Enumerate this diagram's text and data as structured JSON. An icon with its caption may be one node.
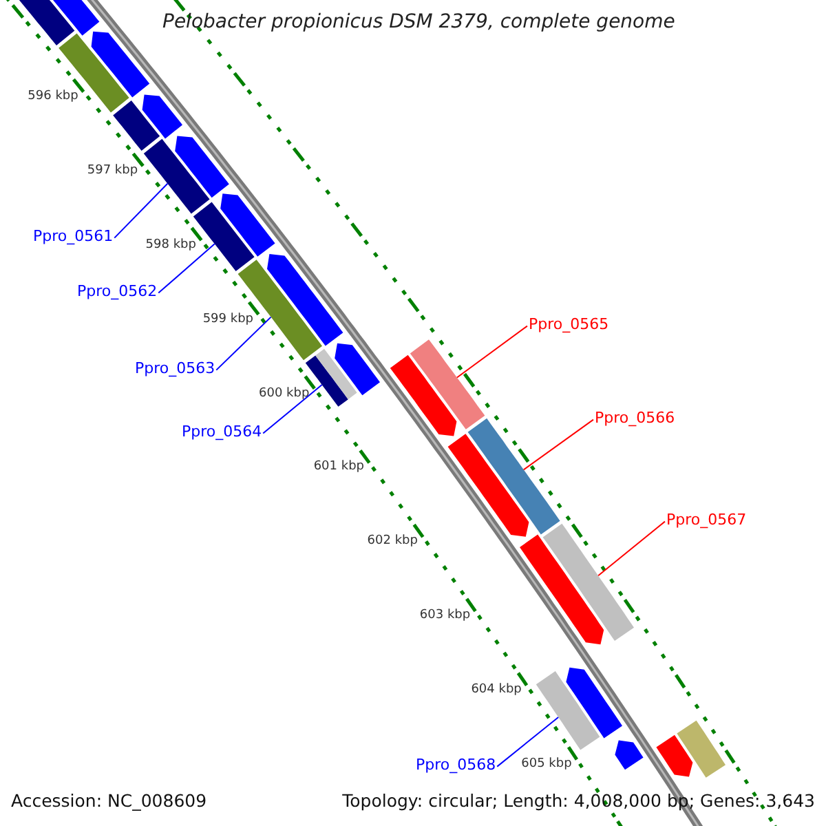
{
  "diagram": {
    "title": "Pelobacter propionicus DSM 2379, complete genome",
    "nodes": [
      {
        "text": [
          "Ppro_0561"
        ]
      },
      {
        "text": [
          "Ppro_0562"
        ]
      },
      {
        "text": [
          "Ppro_0563"
        ]
      },
      {
        "text": [
          "Ppro_0564"
        ]
      },
      {
        "text": [
          "Ppro_0565"
        ]
      },
      {
        "text": [
          "Ppro_0566"
        ]
      },
      {
        "text": [
          "Ppro_0567"
        ]
      },
      {
        "text": [
          "Ppro_0568"
        ]
      },
      {
        "text": [],
        "shape": "bar"
      },
      {
        "text": [],
        "shape": "bar"
      },
      {
        "text": [],
        "shape": "bar"
      },
      {
        "text": [],
        "shape": "bar"
      },
      {
        "text": [],
        "shape": "bar"
      },
      {
        "text": [],
        "shape": "bar"
      },
      {
        "text": [],
        "shape": "bar"
      },
      {
        "text": [],
        "shape": "bar"
      },
      {
        "text": [],
        "shape": "bar"
      },
      {
        "text": [],
        "shape": "bar"
      },
      {
        "text": [],
        "shape": "bar"
      },
      {
        "text": [],
        "shape": "bar"
      },
      {
        "text": [],
        "shape": "bar"
      },
      {
        "text": [],
        "shape": "bar"
      },
      {
        "text": [],
        "shape": "bar"
      },
      {
        "text": [],
        "shape": "bar"
      },
      {
        "text": [],
        "shape": "bar"
      },
      {
        "text": [],
        "shape": "bar"
      },
      {
        "text": [],
        "shape": "bar"
      },
      {
        "text": [],
        "shape": "bar"
      },
      {
        "text": [],
        "shape": "bar"
      },
      {
        "text": [],
        "shape": "bar"
      },
      {
        "text": [],
        "shape": "bar"
      },
      {
        "text": [],
        "shape": "bar"
      },
      {
        "text": [],
        "shape": "bar"
      }
    ],
    "edges": [
      {
        "from": 0,
        "to": 8,
        "arrow": "none"
      },
      {
        "from": 1,
        "to": 9,
        "arrow": "none"
      },
      {
        "from": 2,
        "to": 10,
        "arrow": "none"
      },
      {
        "from": 3,
        "to": 11,
        "arrow": "none"
      },
      {
        "from": 4,
        "to": 12,
        "arrow": "none",
        "color": "#ff0000"
      },
      {
        "from": 5,
        "to": 13,
        "arrow": "none",
        "color": "#ff0000"
      },
      {
        "from": 6,
        "to": 14,
        "arrow": "none",
        "color": "#ff0000"
      },
      {
        "from": 7,
        "to": 15,
        "arrow": "none"
      }
    ],
    "labels": [
      "596 kbp",
      "597 kbp",
      "598 kbp",
      "599 kbp",
      "600 kbp",
      "601 kbp",
      "602 kbp",
      "603 kbp",
      "604 kbp",
      "605 kbp",
      "Accession: NC_008609",
      "Topology: circular; Length: 4,008,000 bp; Genes: 3,643"
    ]
  }
}
